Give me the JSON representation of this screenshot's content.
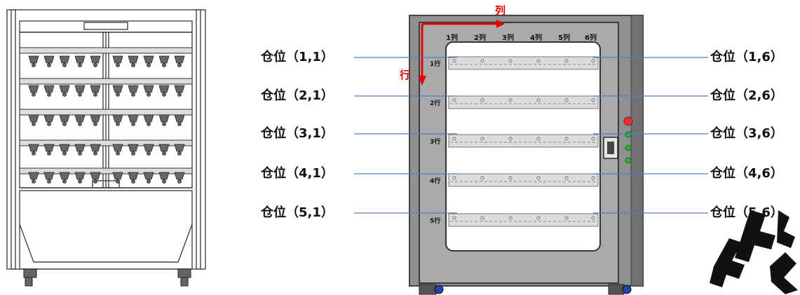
{
  "axis": {
    "col_label": "列",
    "row_label": "行",
    "accent": "#e60000"
  },
  "column_headers": [
    "1列",
    "2列",
    "3列",
    "4列",
    "5列",
    "6列"
  ],
  "row_headers": [
    "1行",
    "2行",
    "3行",
    "4行",
    "5行"
  ],
  "left_labels": [
    "仓位（1,1）",
    "仓位（2,1）",
    "仓位（3,1）",
    "仓位（4,1）",
    "仓位（5,1）"
  ],
  "right_labels": [
    "仓位（1,6）",
    "仓位（2,6）",
    "仓位（3,6）",
    "仓位（4,6）",
    "仓位（5,6）"
  ],
  "colors": {
    "leader_line": "#4a7fc1",
    "frame": "#555555",
    "cabinet_body": "#9a9a9a",
    "shelf": "#d8d8d8",
    "indicator_red": "#e53030",
    "indicator_green": "#2eae3a",
    "watermark": "#111111"
  },
  "watermark": {
    "icon": "stylized-logo-watermark"
  }
}
